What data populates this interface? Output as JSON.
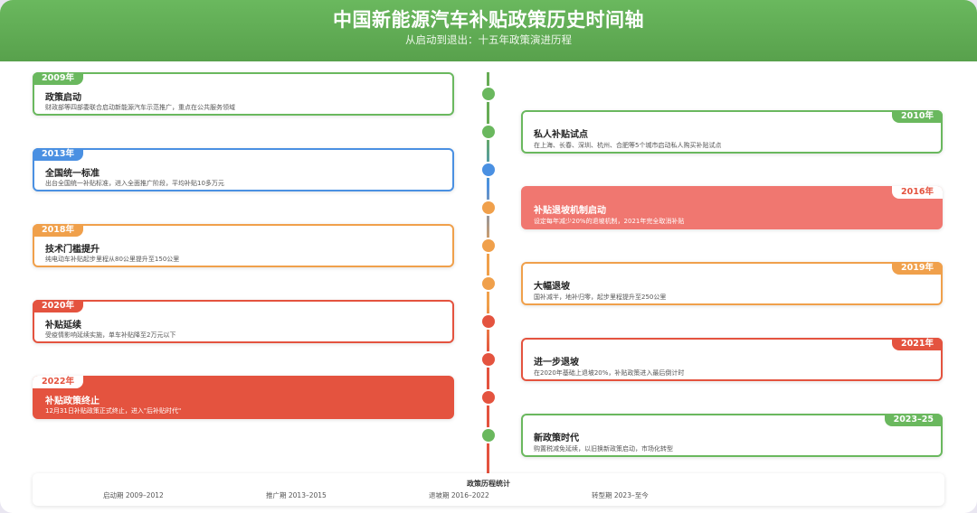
{
  "header": {
    "title": "中国新能源汽车补贴政策历史时间轴",
    "subtitle": "从启动到退出：十五年政策演进历程"
  },
  "colors": {
    "green": "#6ab85e",
    "blue": "#4a90e2",
    "orange": "#f0a04b",
    "red": "#e4533f",
    "salmon": "#f07770"
  },
  "events": [
    {
      "year": "2009年",
      "title": "政策启动",
      "desc": "财政部等四部委联合启动新能源汽车示范推广，重点在公共服务领域"
    },
    {
      "year": "2010年",
      "title": "私人补贴试点",
      "desc": "在上海、长春、深圳、杭州、合肥等5个城市启动私人购买补贴试点"
    },
    {
      "year": "2013年",
      "title": "全国统一标准",
      "desc": "出台全国统一补贴标准，进入全面推广阶段，平均补贴10多万元"
    },
    {
      "year": "2016年",
      "title": "补贴退坡机制启动",
      "desc": "设定每年减少20%的退坡机制，2021年完全取消补贴"
    },
    {
      "year": "2018年",
      "title": "技术门槛提升",
      "desc": "纯电动车补贴起步里程从80公里提升至150公里"
    },
    {
      "year": "2019年",
      "title": "大幅退坡",
      "desc": "国补减半，地补归零，起步里程提升至250公里"
    },
    {
      "year": "2020年",
      "title": "补贴延续",
      "desc": "受疫情影响延续实施，单车补贴降至2万元以下"
    },
    {
      "year": "2021年",
      "title": "进一步退坡",
      "desc": "在2020年基础上退坡20%，补贴政策进入最后倒计时"
    },
    {
      "year": "2022年",
      "title": "补贴政策终止",
      "desc": "12月31日补贴政策正式终止，进入\"后补贴时代\""
    },
    {
      "year": "2023–25",
      "title": "新政策时代",
      "desc": "购置税减免延续，以旧换新政策启动，市场化转型"
    }
  ],
  "stats": {
    "title": "政策历程统计",
    "periods": [
      "启动期 2009–2012",
      "推广期 2013–2015",
      "退坡期 2016–2022",
      "转型期 2023–至今"
    ]
  }
}
